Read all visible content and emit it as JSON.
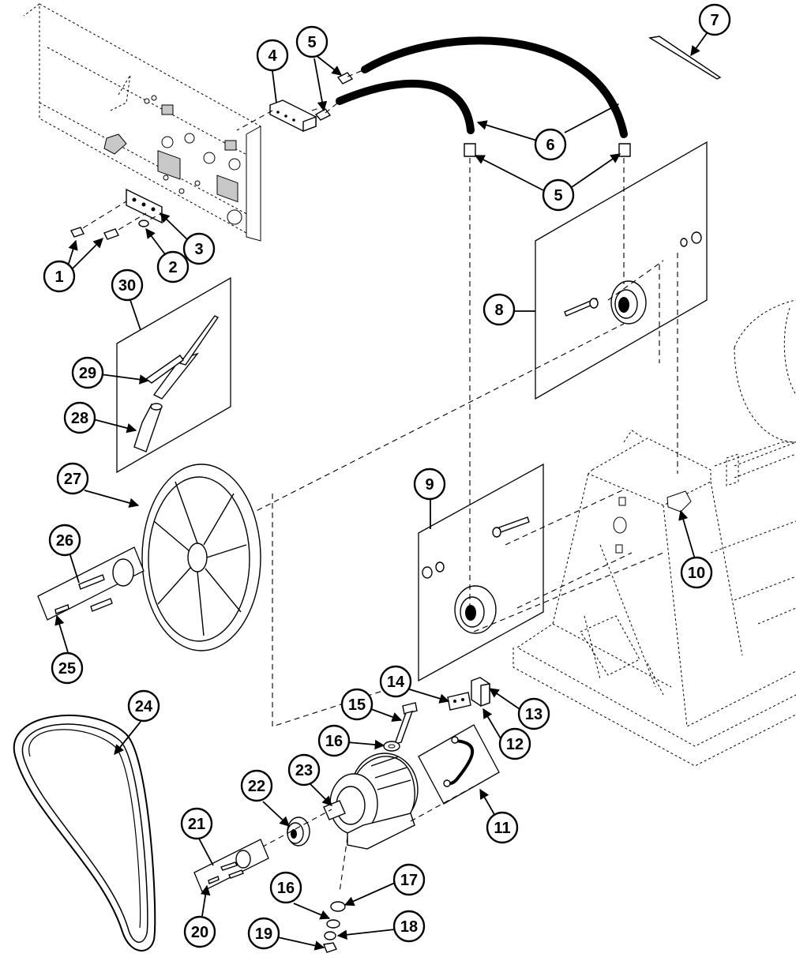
{
  "callouts": {
    "c1": "1",
    "c2": "2",
    "c3": "3",
    "c4": "4",
    "c5a": "5",
    "c5b": "5",
    "c6": "6",
    "c7": "7",
    "c8": "8",
    "c9": "9",
    "c10": "10",
    "c11": "11",
    "c12": "12",
    "c13": "13",
    "c14": "14",
    "c15": "15",
    "c16a": "16",
    "c16b": "16",
    "c17": "17",
    "c18": "18",
    "c19": "19",
    "c20": "20",
    "c21": "21",
    "c22": "22",
    "c23": "23",
    "c24": "24",
    "c25": "25",
    "c26": "26",
    "c27": "27",
    "c28": "28",
    "c29": "29",
    "c30": "30"
  },
  "colors": {
    "line": "#000000",
    "shade": "#c8c8c8",
    "background": "#ffffff"
  }
}
